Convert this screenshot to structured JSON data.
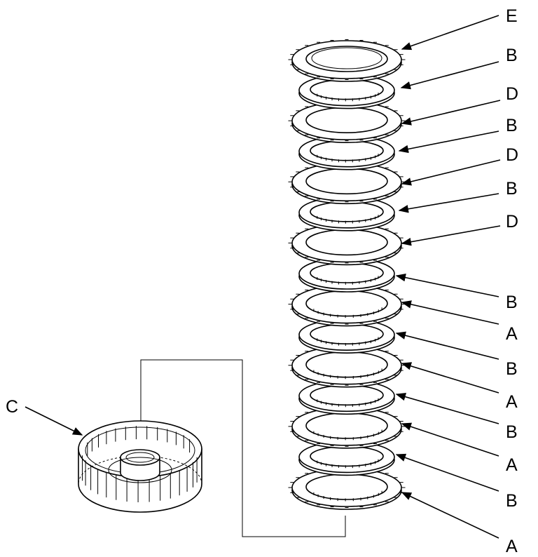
{
  "callouts": [
    {
      "label": "E"
    },
    {
      "label": "B"
    },
    {
      "label": "D"
    },
    {
      "label": "B"
    },
    {
      "label": "D"
    },
    {
      "label": "B"
    },
    {
      "label": "D"
    },
    {
      "label": "B"
    },
    {
      "label": "A"
    },
    {
      "label": "B"
    },
    {
      "label": "A"
    },
    {
      "label": "B"
    },
    {
      "label": "A"
    },
    {
      "label": "B"
    },
    {
      "label": "A"
    }
  ],
  "housing_label": "C",
  "colors": {
    "ink": "#000000",
    "background": "#ffffff"
  }
}
